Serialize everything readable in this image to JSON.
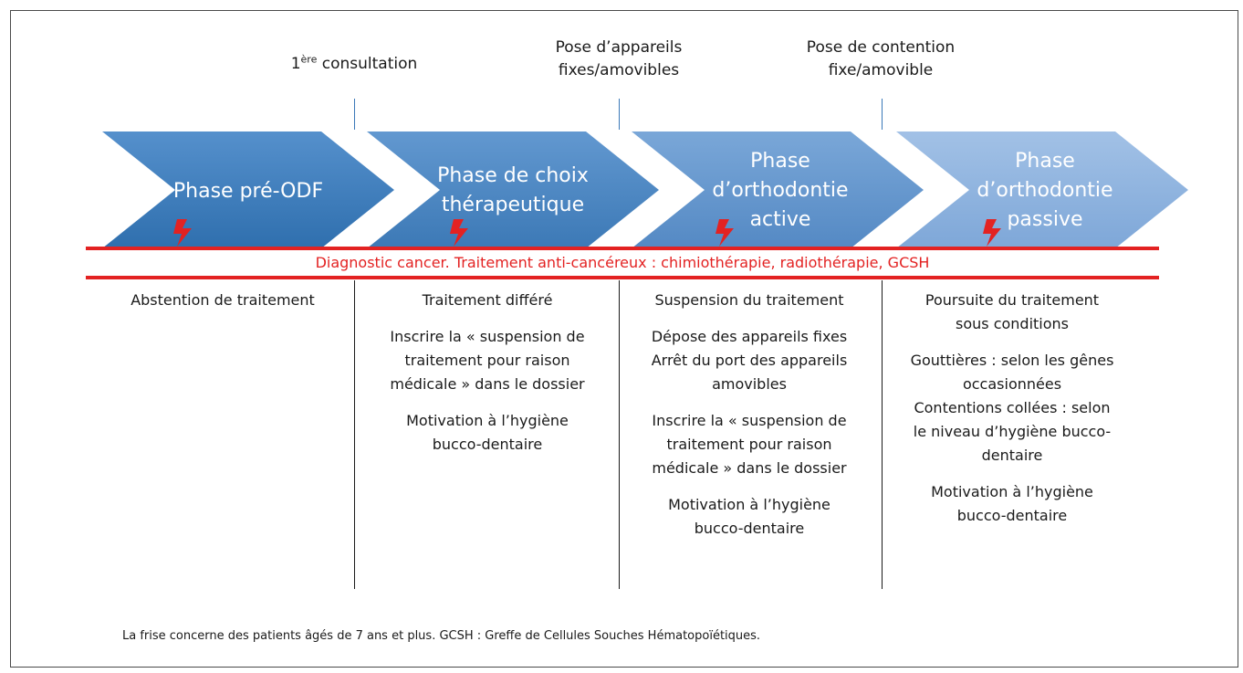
{
  "milestones": [
    {
      "line1": "1",
      "sup": "ère",
      "line1_rest": " consultation",
      "line2": ""
    },
    {
      "line1": "Pose d’appareils",
      "line2": "fixes/amovibles"
    },
    {
      "line1": "Pose de contention",
      "line2": "fixe/amovible"
    }
  ],
  "phases": [
    {
      "lines": [
        "Phase pré-ODF"
      ]
    },
    {
      "lines": [
        "Phase de choix",
        "thérapeutique"
      ]
    },
    {
      "lines": [
        "Phase",
        "d’orthodontie",
        "active"
      ]
    },
    {
      "lines": [
        "Phase",
        "d’orthodontie",
        "passive"
      ]
    }
  ],
  "diagnostic": "Diagnostic cancer. Traitement anti-cancéreux : chimiothérapie, radiothérapie, GCSH",
  "columns": [
    {
      "paragraphs": [
        [
          "Abstention de traitement"
        ]
      ]
    },
    {
      "paragraphs": [
        [
          "Traitement différé"
        ],
        [
          "Inscrire la « suspension de",
          "traitement pour raison",
          "médicale » dans le dossier"
        ],
        [
          "Motivation à l’hygiène",
          "bucco-dentaire"
        ]
      ]
    },
    {
      "paragraphs": [
        [
          "Suspension du traitement"
        ],
        [
          "Dépose des appareils fixes",
          "Arrêt du port des appareils",
          "amovibles"
        ],
        [
          "Inscrire la « suspension de",
          "traitement pour raison",
          "médicale » dans le dossier"
        ],
        [
          "Motivation à l’hygiène",
          "bucco-dentaire"
        ]
      ]
    },
    {
      "paragraphs": [
        [
          "Poursuite du traitement",
          "sous conditions"
        ],
        [
          "Gouttières : selon les gênes",
          "occasionnées",
          "Contentions collées : selon",
          "le niveau d’hygiène bucco-",
          "dentaire"
        ],
        [
          "Motivation à l’hygiène",
          "bucco-dentaire"
        ]
      ]
    }
  ],
  "footnote": "La frise concerne des patients âgés de 7 ans et plus. GCSH : Greffe de Cellules Souches Hématopoïétiques.",
  "colors": {
    "phase_fills": [
      "#3f7fbf",
      "#4f89c5",
      "#6899cf",
      "#8db2dd"
    ],
    "diagnostic_red": "#e32222",
    "bolt_red": "#e32222"
  },
  "icons": [
    "lightning-bolt-icon"
  ]
}
